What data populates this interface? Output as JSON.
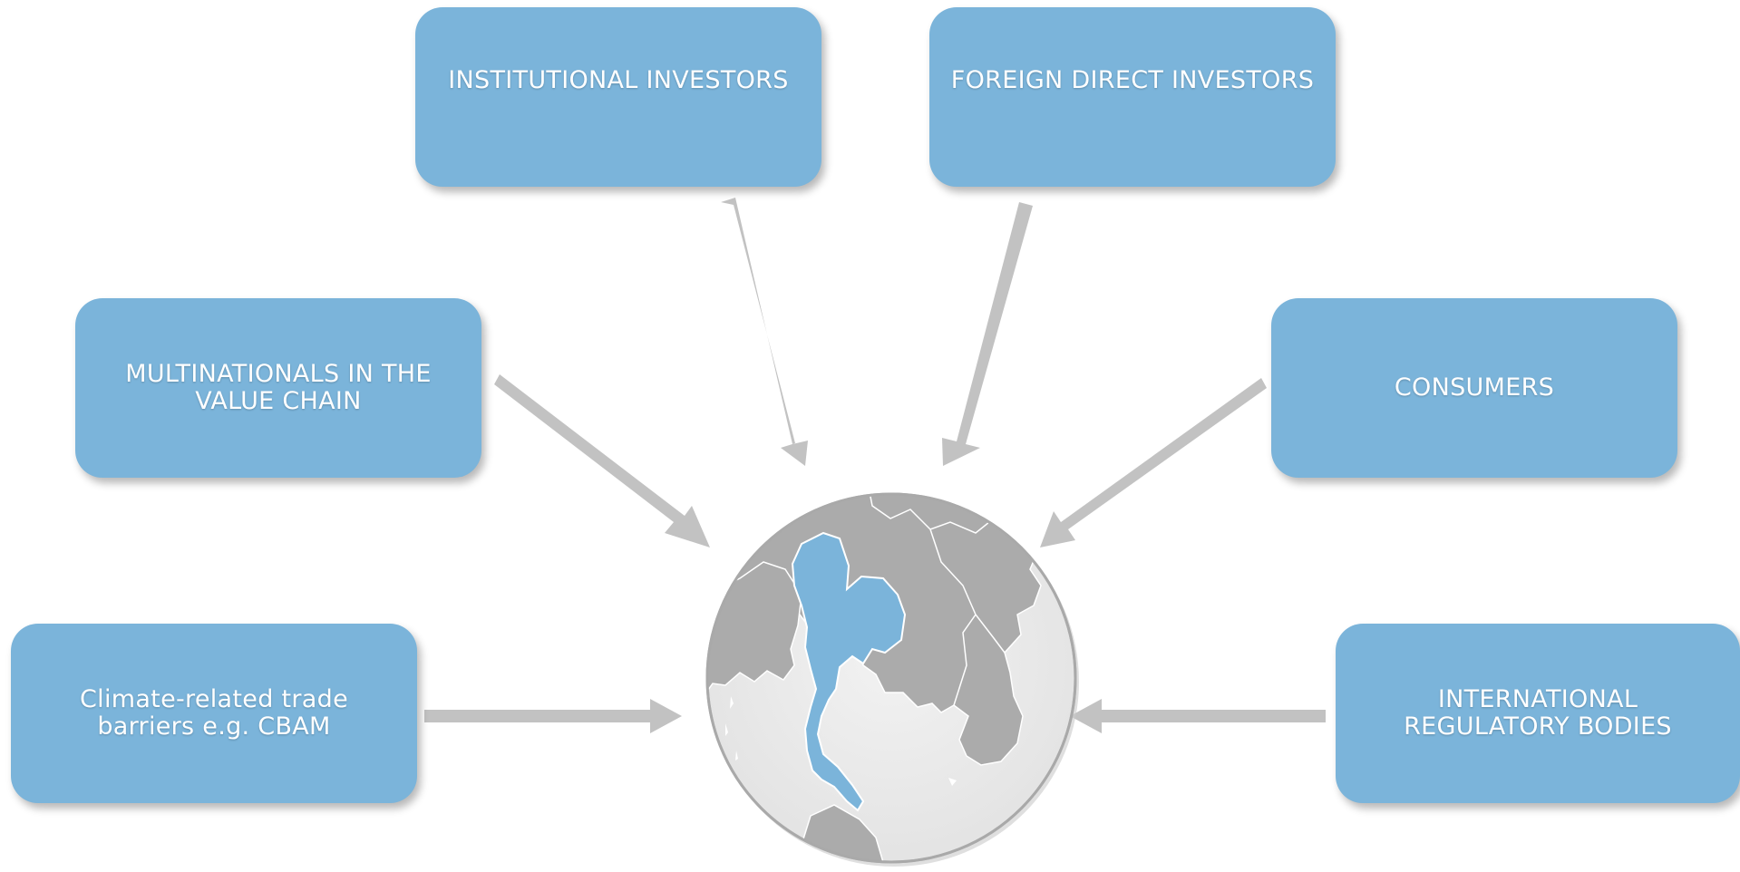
{
  "diagram": {
    "title": "",
    "center": "Thailand on globe",
    "nodes": [
      {
        "id": "institutional-investors",
        "label": "INSTITUTIONAL INVESTORS"
      },
      {
        "id": "foreign-direct-investors",
        "label": "FOREIGN DIRECT INVESTORS"
      },
      {
        "id": "multinationals",
        "label": "MULTINATIONALS IN THE\nVALUE CHAIN"
      },
      {
        "id": "consumers",
        "label": "CONSUMERS"
      },
      {
        "id": "climate-trade-barriers",
        "label": "Climate-related trade\nbarriers e.g. CBAM"
      },
      {
        "id": "regulatory-bodies",
        "label": "INTERNATIONAL\nREGULATORY BODIES"
      }
    ],
    "edges": [
      {
        "from": "institutional-investors",
        "to": "center"
      },
      {
        "from": "foreign-direct-investors",
        "to": "center"
      },
      {
        "from": "multinationals",
        "to": "center"
      },
      {
        "from": "consumers",
        "to": "center"
      },
      {
        "from": "climate-trade-barriers",
        "to": "center"
      },
      {
        "from": "regulatory-bodies",
        "to": "center"
      }
    ]
  },
  "colors": {
    "box": "#7bb4da",
    "text": "#ffffff",
    "arrow": "#c2c2c2",
    "ocean": "#ececec",
    "land": "#ababab",
    "highlight": "#7bb4da"
  }
}
